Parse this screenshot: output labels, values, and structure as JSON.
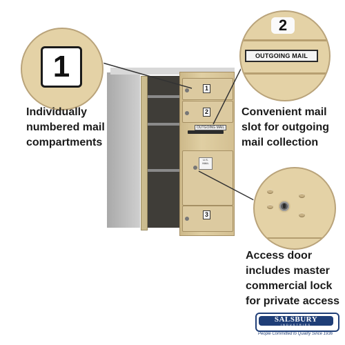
{
  "zooms": {
    "compartment_number": "1",
    "mail_number": "2",
    "outgoing_label": "OUTGOING MAIL"
  },
  "callouts": {
    "left": [
      "Individually",
      "numbered mail",
      "compartments"
    ],
    "right": [
      "Convenient mail",
      "slot for outgoing",
      "mail collection"
    ],
    "bottom": [
      "Access door",
      "includes master",
      "commercial lock",
      "for private access"
    ]
  },
  "mailbox": {
    "door_numbers": [
      "1",
      "2",
      "3"
    ],
    "outgoing_label": "OUTGOING MAIL",
    "usmail_text": "U.S. MAIL"
  },
  "logo": {
    "name": "SALSBURY",
    "sub": "INDUSTRIES",
    "tagline": "People Committed to Quality Since 1936"
  },
  "colors": {
    "sand": "#e4d2a6",
    "brand_blue": "#1f3e77"
  }
}
